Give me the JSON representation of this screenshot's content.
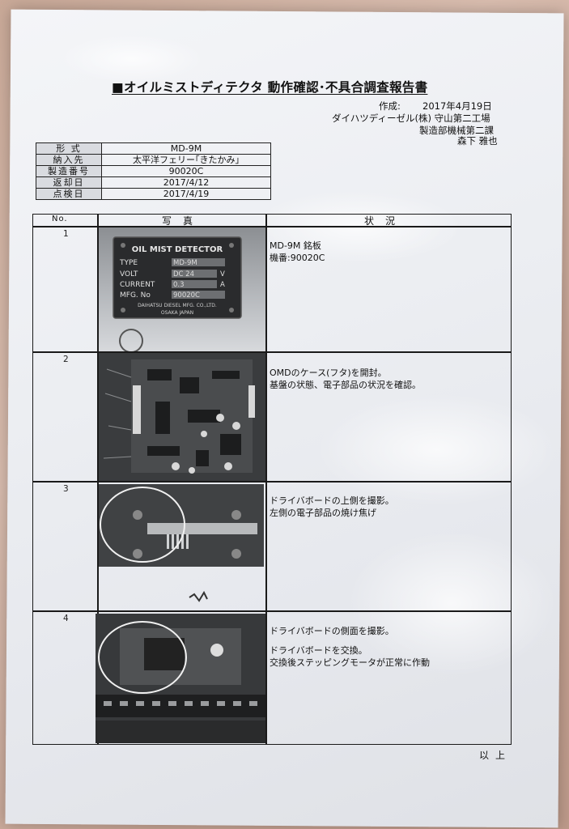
{
  "header": {
    "title": "■オイルミストディテクタ 動作確認･不具合調査報告書",
    "created_label": "作成:",
    "created_date": "2017年4月19日",
    "company": "ダイハツディーゼル(株) 守山第二工場",
    "department": "製造部機械第二課",
    "author": "森下 雅也"
  },
  "info": [
    {
      "key": "形 式",
      "value": "MD-9M"
    },
    {
      "key": "納入先",
      "value": "太平洋フェリー｢きたかみ｣"
    },
    {
      "key": "製造番号",
      "value": "90020C"
    },
    {
      "key": "返却日",
      "value": "2017/4/12"
    },
    {
      "key": "点検日",
      "value": "2017/4/19"
    }
  ],
  "table": {
    "col_no": "No.",
    "col_photo": "写真",
    "col_status": "状況"
  },
  "rows": [
    {
      "no": "1",
      "lines": [
        "MD-9M 銘板",
        "機番:90020C"
      ]
    },
    {
      "no": "2",
      "lines": [
        "OMDのケース(フタ)を開封。",
        "基盤の状態、電子部品の状況を確認。"
      ]
    },
    {
      "no": "3",
      "lines": [
        "ドライバボードの上側を撮影。",
        "左側の電子部品の焼け焦げ"
      ]
    },
    {
      "no": "4",
      "lines": [
        "ドライバボードの側面を撮影。",
        "",
        "ドライバボードを交換。",
        "交換後ステッピングモータが正常に作動"
      ]
    }
  ],
  "nameplate": {
    "heading": "OIL MIST DETECTOR",
    "type_label": "TYPE",
    "type_value": "MD-9M",
    "volt_label": "VOLT",
    "volt_value": "DC 24",
    "volt_unit": "V",
    "current_label": "CURRENT",
    "current_value": "0.3",
    "current_unit": "A",
    "mfg_label": "MFG. No",
    "mfg_value": "90020C",
    "maker": "DAIHATSU DIESEL MFG. CO.,LTD.",
    "city": "OSAKA JAPAN"
  },
  "footer": "以上"
}
